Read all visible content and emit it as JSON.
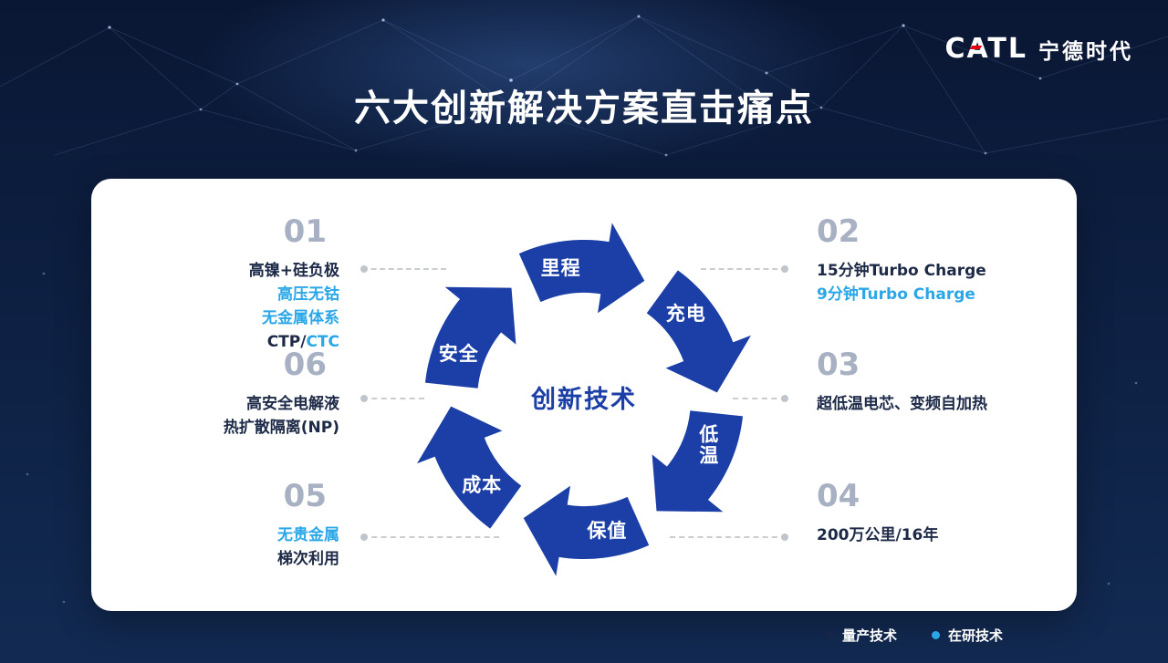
{
  "title": "六大创新解决方案直击痛点",
  "logo": {
    "brand": "CATL",
    "brand_cn": "宁德时代"
  },
  "colors": {
    "mass_production": "#1D2A47",
    "in_development": "#2BA7E8",
    "wheel_blue": "#1B3FA6",
    "number_gray": "#A7B1C3",
    "logo_red": "#E60012",
    "background_navy": "#0D1F41",
    "card_white": "#FFFFFF",
    "connector_gray": "#C9CDD2"
  },
  "wheel": {
    "center_label": "创新技术",
    "segments": [
      {
        "id": "range",
        "label": "里程"
      },
      {
        "id": "charging",
        "label": "充电"
      },
      {
        "id": "low-temp",
        "label": "低温",
        "vertical": true
      },
      {
        "id": "value-retention",
        "label": "保值"
      },
      {
        "id": "cost",
        "label": "成本"
      },
      {
        "id": "safety",
        "label": "安全"
      }
    ]
  },
  "items": {
    "i01": {
      "number": "01",
      "lines": [
        {
          "text": "高镍+硅负极",
          "type": "mass_production"
        },
        {
          "text": "高压无钴",
          "type": "in_development"
        },
        {
          "text": "无金属体系",
          "type": "in_development"
        },
        {
          "parts": [
            {
              "text": "CTP/",
              "type": "mass_production"
            },
            {
              "text": "CTC",
              "type": "in_development"
            }
          ]
        }
      ]
    },
    "i02": {
      "number": "02",
      "lines": [
        {
          "text": "15分钟Turbo Charge",
          "type": "mass_production"
        },
        {
          "text": "9分钟Turbo Charge",
          "type": "in_development"
        }
      ]
    },
    "i03": {
      "number": "03",
      "lines": [
        {
          "text": "超低温电芯、变频自加热",
          "type": "mass_production"
        }
      ]
    },
    "i04": {
      "number": "04",
      "lines": [
        {
          "text": "200万公里/16年",
          "type": "mass_production"
        }
      ]
    },
    "i05": {
      "number": "05",
      "lines": [
        {
          "text": "无贵金属",
          "type": "in_development"
        },
        {
          "text": "梯次利用",
          "type": "mass_production"
        }
      ]
    },
    "i06": {
      "number": "06",
      "lines": [
        {
          "text": "高安全电解液",
          "type": "mass_production"
        },
        {
          "text": "热扩散隔离(NP)",
          "type": "mass_production"
        }
      ]
    }
  },
  "legend": {
    "items": [
      {
        "label": "量产技术",
        "type": "mass_production"
      },
      {
        "label": "在研技术",
        "type": "in_development"
      }
    ]
  }
}
